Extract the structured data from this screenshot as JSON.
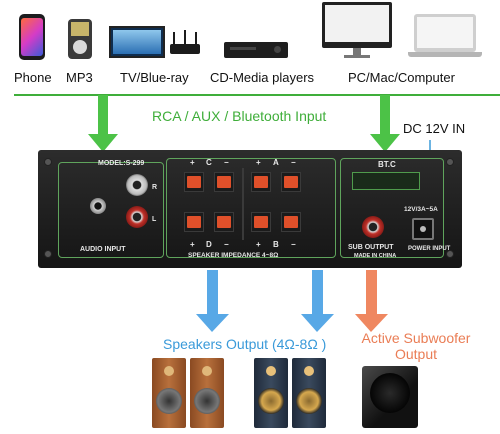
{
  "sources": [
    {
      "label": "Phone",
      "icon": "phone-icon"
    },
    {
      "label": "MP3",
      "icon": "mp3-player-icon"
    },
    {
      "label": "TV/Blue-ray",
      "icon": "tv-router-icon"
    },
    {
      "label": "CD-Media players",
      "icon": "cd-player-icon"
    },
    {
      "label": "PC/Mac/Computer",
      "icon": "computer-laptop-icon"
    }
  ],
  "input_label": "RCA / AUX / Bluetooth Input",
  "dc_label": "DC 12V IN",
  "panel": {
    "model": "MODEL:S-299",
    "audio_input": "AUDIO INPUT",
    "channel_r": "R",
    "channel_l": "L",
    "top_row": [
      "+",
      "C",
      "−",
      "+",
      "A",
      "−"
    ],
    "bottom_row": [
      "+",
      "D",
      "−",
      "+",
      "B",
      "−"
    ],
    "impedance": "SPEAKER IMPEDANCE 4~8Ω",
    "bt": "BT.C",
    "sub_output": "SUB OUTPUT",
    "made_in": "MADE IN CHINA",
    "power_spec": "12V/3A~5A",
    "power_input": "POWER INPUT"
  },
  "speakers_output": "Speakers Output  (4Ω-8Ω )",
  "subwoofer_output": [
    "Active Subwoofer",
    "Output"
  ],
  "colors": {
    "green": "#3fae3a",
    "blue": "#3a9ad9",
    "orange": "#ea7d55",
    "terminal": "#e0502a"
  }
}
